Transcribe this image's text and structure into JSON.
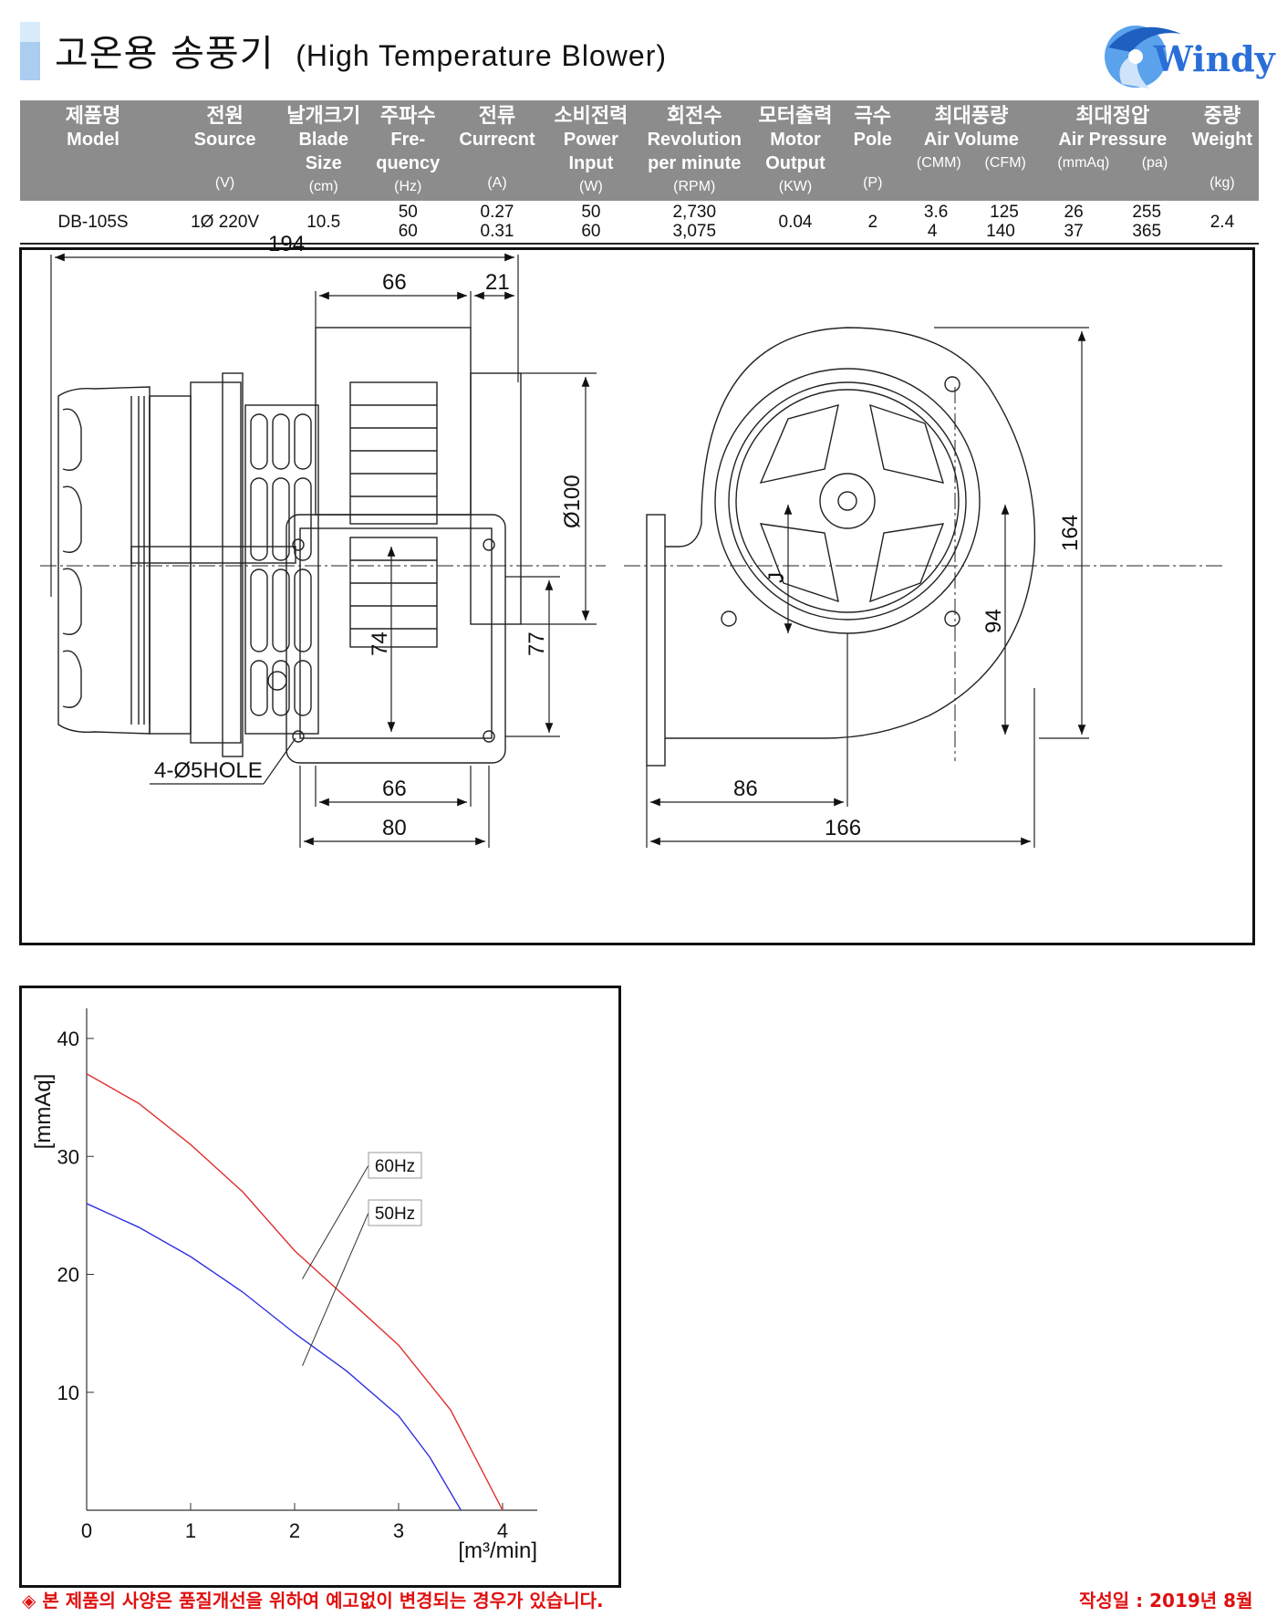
{
  "header": {
    "title_ko": "고온용 송풍기",
    "title_en": "(High Temperature Blower)",
    "brand": "Windy",
    "brand_color": "#2a6fd8"
  },
  "spec_table": {
    "columns": [
      {
        "ko": "제품명",
        "en": "Model",
        "unit": ""
      },
      {
        "ko": "전원",
        "en": "Source",
        "unit": "(V)"
      },
      {
        "ko": "날개크기",
        "en": "Blade Size",
        "unit": "(cm)"
      },
      {
        "ko": "주파수",
        "en": "Fre- quency",
        "unit": "(Hz)"
      },
      {
        "ko": "전류",
        "en": "Currecnt",
        "unit": "(A)"
      },
      {
        "ko": "소비전력",
        "en": "Power Input",
        "unit": "(W)"
      },
      {
        "ko": "회전수",
        "en": "Revolution per minute",
        "unit": "(RPM)"
      },
      {
        "ko": "모터출력",
        "en": "Motor Output",
        "unit": "(KW)"
      },
      {
        "ko": "극수",
        "en": "Pole",
        "unit": "(P)"
      },
      {
        "ko": "최대풍량",
        "en": "Air Volume",
        "unit_a": "(CMM)",
        "unit_b": "(CFM)"
      },
      {
        "ko": "최대정압",
        "en": "Air Pressure",
        "unit_a": "(mmAq)",
        "unit_b": "(pa)"
      },
      {
        "ko": "중량",
        "en": "Weight",
        "unit": "(kg)"
      }
    ],
    "row": {
      "model": "DB-105S",
      "source": "1Ø 220V",
      "blade": "10.5",
      "hz": [
        "50",
        "60"
      ],
      "current": [
        "0.27",
        "0.31"
      ],
      "power": [
        "50",
        "60"
      ],
      "rpm": [
        "2,730",
        "3,075"
      ],
      "output": "0.04",
      "pole": "2",
      "cmm": [
        "3.6",
        "4"
      ],
      "cfm": [
        "125",
        "140"
      ],
      "mmaq": [
        "26",
        "37"
      ],
      "pa": [
        "255",
        "365"
      ],
      "weight": "2.4"
    }
  },
  "drawing": {
    "dims": {
      "d194": "194",
      "d66_top": "66",
      "d21": "21",
      "d100": "Ø100",
      "d74": "74",
      "d77": "77",
      "d66_bot": "66",
      "d80": "80",
      "d86": "86",
      "d166": "166",
      "d164": "164",
      "d94": "94",
      "dJ": "J",
      "hole": "4-Ø5HOLE"
    }
  },
  "chart_data": {
    "type": "line",
    "xlabel": "[m³/min]",
    "ylabel": "[mmAq]",
    "xlim": [
      0,
      4.3
    ],
    "ylim": [
      0,
      42
    ],
    "xticks": [
      "0",
      "1",
      "2",
      "3",
      "4"
    ],
    "yticks": [
      "10",
      "20",
      "30",
      "40"
    ],
    "series": [
      {
        "name": "60Hz",
        "color": "#e03030",
        "x": [
          0,
          0.5,
          1.0,
          1.5,
          2.0,
          2.5,
          3.0,
          3.5,
          4.0
        ],
        "y": [
          37,
          34.5,
          31,
          27,
          22,
          18,
          14,
          8.5,
          0
        ]
      },
      {
        "name": "50Hz",
        "color": "#3030e0",
        "x": [
          0,
          0.5,
          1.0,
          1.5,
          2.0,
          2.5,
          3.0,
          3.3,
          3.6
        ],
        "y": [
          26,
          24,
          21.5,
          18.5,
          15,
          11.8,
          8,
          4.5,
          0
        ]
      }
    ]
  },
  "footer": {
    "note": "◈ 본 제품의 사양은 품질개선을 위하여 예고없이 변경되는 경우가 있습니다.",
    "date": "작성일 : 2019년 8월"
  }
}
